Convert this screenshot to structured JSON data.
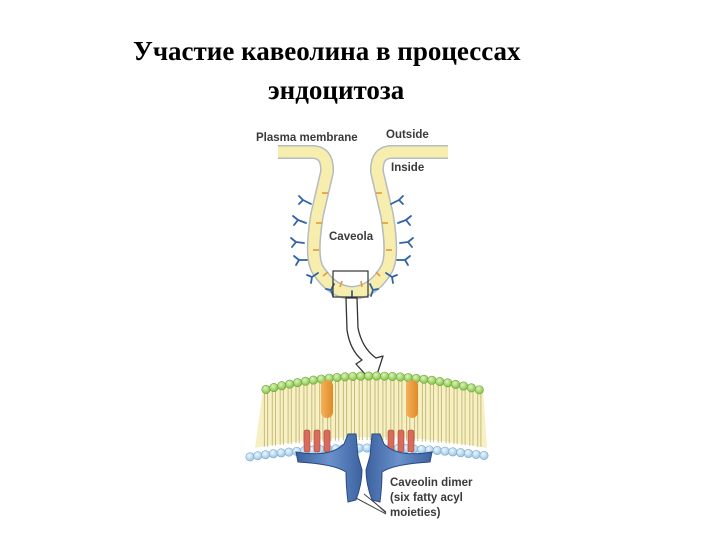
{
  "title": {
    "line1": "Участие кавеолина в процессах",
    "line2": "эндоцитоза"
  },
  "labels": {
    "plasma_membrane": "Plasma membrane",
    "outside": "Outside",
    "inside": "Inside",
    "caveola": "Caveola",
    "caveolin_dimer": [
      "Caveolin dimer",
      "(six fatty acyl",
      "moieties)"
    ]
  },
  "colors": {
    "membrane_fill": "#f7eeae",
    "membrane_edge": "#b4bcc0",
    "caveolin_blue": "#4a74b4",
    "caveolin_dark": "#2a4a82",
    "head_green": "#a8d86a",
    "head_blue": "#b8d8f0",
    "tail_tan": "#d8cc88",
    "protein_orange": "#ee9a3a",
    "acyl_red": "#d86858"
  }
}
